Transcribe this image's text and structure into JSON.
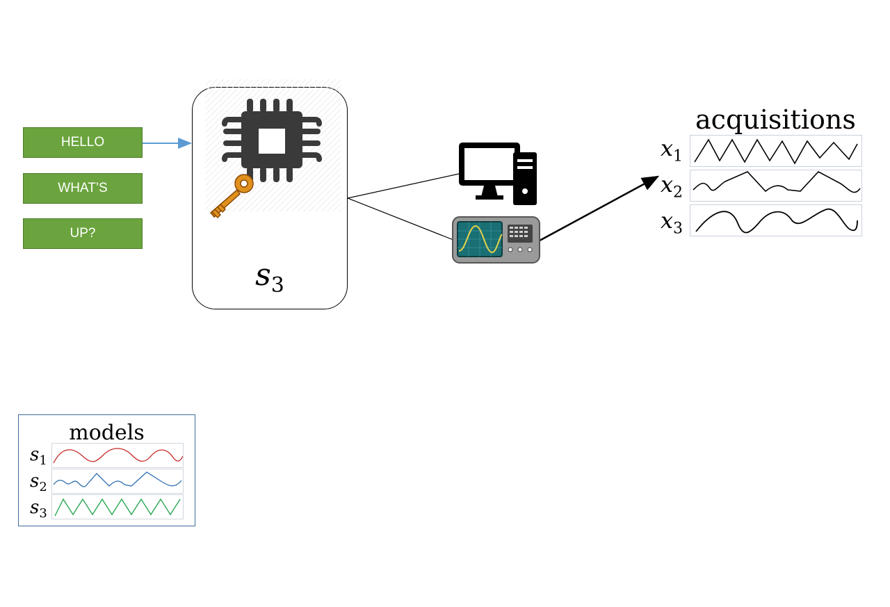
{
  "messages": [
    "HELLO",
    "WHAT’S",
    "UP?"
  ],
  "device": {
    "label_var": "s",
    "label_sub": "3"
  },
  "acquisitions": {
    "title": "acquisitions",
    "rows": [
      {
        "var": "x",
        "sub": "1"
      },
      {
        "var": "x",
        "sub": "2"
      },
      {
        "var": "x",
        "sub": "3"
      }
    ]
  },
  "models": {
    "title": "models",
    "rows": [
      {
        "var": "s",
        "sub": "1",
        "color": "#c62828"
      },
      {
        "var": "s",
        "sub": "2",
        "color": "#2e6fb0"
      },
      {
        "var": "s",
        "sub": "3",
        "color": "#1fa34a"
      }
    ]
  },
  "colors": {
    "message_fill": "#6ba43e",
    "arrow_blue": "#5b9bd5",
    "chip": "#3a3a3a",
    "key": "#e0901e"
  }
}
